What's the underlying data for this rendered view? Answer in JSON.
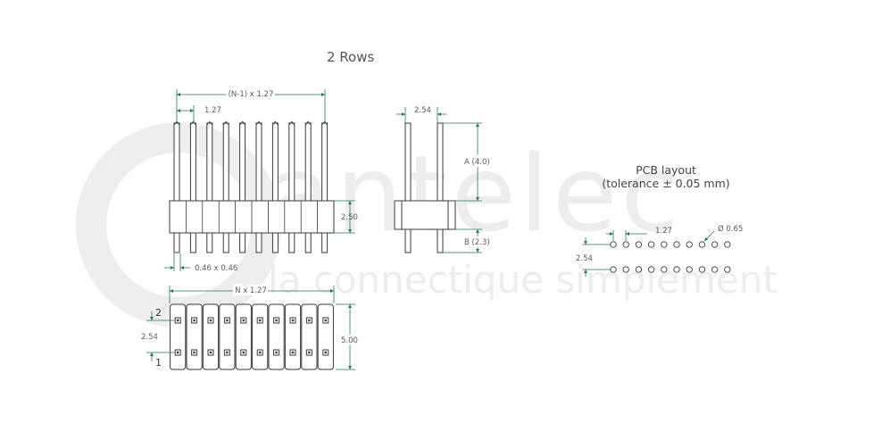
{
  "title": "2 Rows",
  "watermark": {
    "brand": "antelec",
    "tagline": "la connectique simplement"
  },
  "front_view": {
    "dim_total": "(N-1) x 1.27",
    "dim_pitch": "1.27",
    "dim_body_height": "2.50",
    "dim_pin": "0.46 x 0.46"
  },
  "side_view": {
    "dim_row_pitch": "2.54",
    "dim_a": "A (4.0)",
    "dim_b": "B (2.3)"
  },
  "top_view": {
    "dim_length": "N x 1.27",
    "dim_width": "5.00",
    "dim_row_pitch": "2.54",
    "row_label_top": "2",
    "row_label_bottom": "1"
  },
  "pcb_layout": {
    "title_line1": "PCB layout",
    "title_line2": "(tolerance ± 0.05 mm)",
    "dim_pitch": "1.27",
    "dim_row_pitch": "2.54",
    "dim_hole": "Ø 0.65"
  },
  "colors": {
    "dimension": "#1f7a55",
    "outline": "#3a3a3a",
    "watermark": "#ededed"
  }
}
